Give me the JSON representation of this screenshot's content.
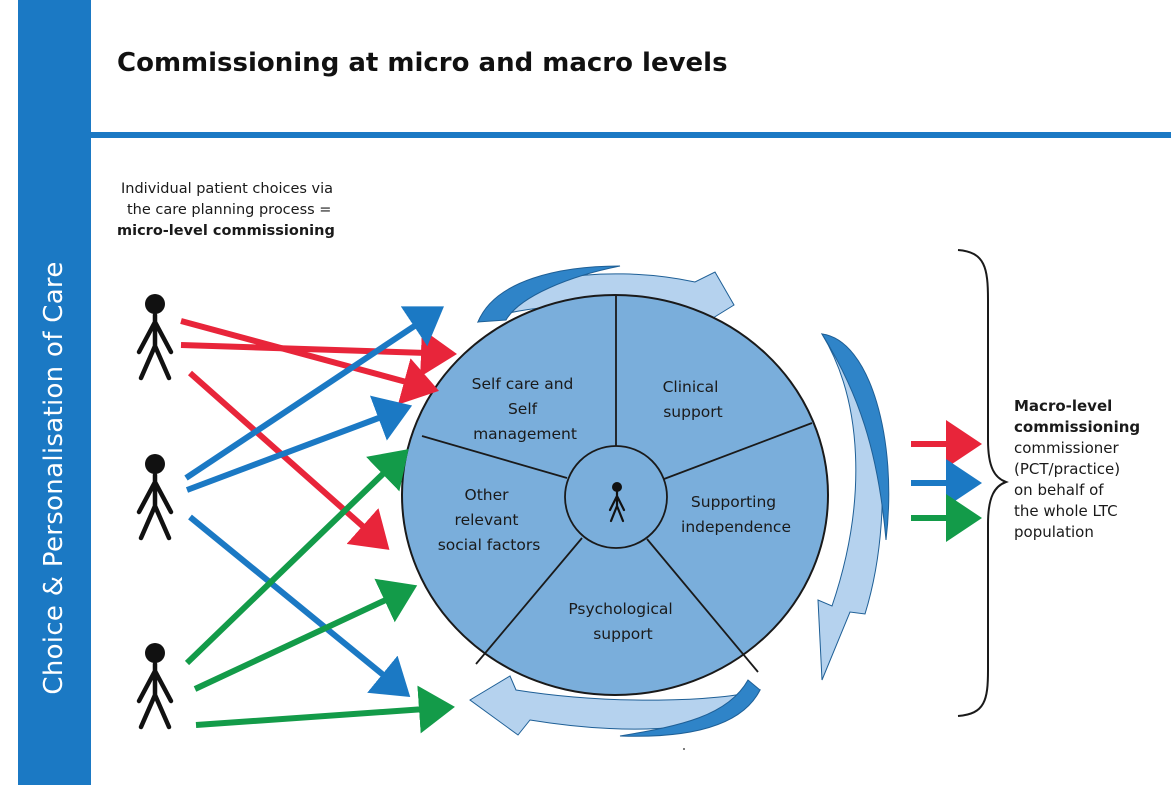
{
  "title": "Commissioning at micro and macro levels",
  "side_title": "Choice & Personalisation of Care",
  "micro_caption": {
    "line1": "Individual patient choices via",
    "line2": "the care planning process =",
    "line3": "micro-level commissioning"
  },
  "macro_caption": {
    "line1": "Macro-level",
    "line2": "commissioning",
    "line3": "commissioner",
    "line4": "(PCT/practice)",
    "line5": "on behalf of",
    "line6": "the whole LTC",
    "line7": "population"
  },
  "segments": {
    "self_care": [
      "Self care and",
      "Self",
      "management"
    ],
    "clinical": [
      "Clinical",
      "support"
    ],
    "supporting": [
      "Supporting",
      "independence"
    ],
    "psychological": [
      "Psychological",
      "support"
    ],
    "social": [
      "Other",
      "relevant",
      "social factors"
    ]
  },
  "colors": {
    "band": "#1b79c4",
    "wheel": "#7aaedb",
    "red": "#e8253a",
    "blue": "#1b79c4",
    "green": "#139b49",
    "swoosh_dark": "#2f84c8",
    "swoosh_light": "#b5d2ee"
  }
}
